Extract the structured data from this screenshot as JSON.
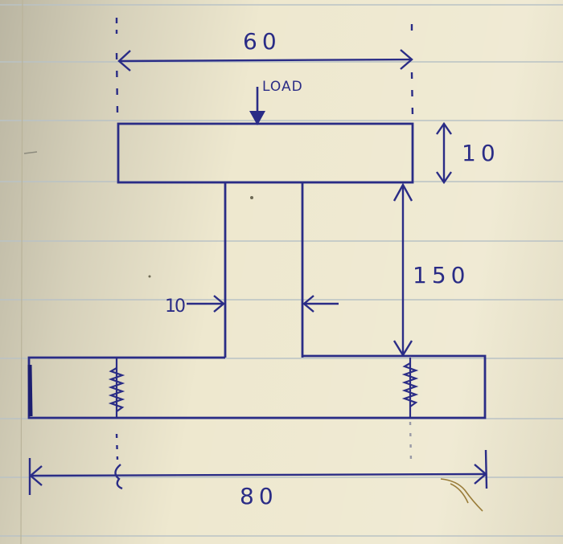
{
  "labels": {
    "top_width": "60",
    "load": "LOAD",
    "top_thickness": "10",
    "web_height": "150",
    "web_thickness": "10",
    "bottom_width": "80"
  },
  "colors": {
    "ink": "#2a2c86",
    "paper": "#eee8cf",
    "rule_lines": "#b9c2c5"
  }
}
